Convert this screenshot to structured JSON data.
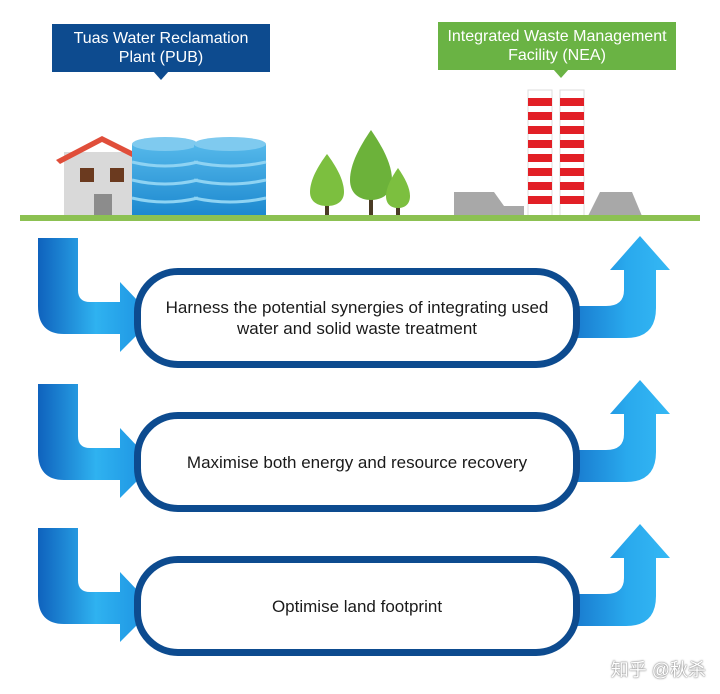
{
  "labels": {
    "pub": "Tuas Water Reclamation Plant (PUB)",
    "nea": "Integrated Waste Management Facility (NEA)"
  },
  "benefits": [
    "Harness the potential synergies of integrating used water and solid waste treatment",
    "Maximise both energy and resource recovery",
    "Optimise land footprint"
  ],
  "watermark": "知乎 @秋杀",
  "colors": {
    "navy": "#0d4b8f",
    "green": "#6ab344",
    "ground": "#8cc152",
    "arrow_blue": "#23a8ec",
    "arrow_dark": "#1473c8",
    "chimney_red": "#e21f26",
    "tank_blue": "#2a9ad9"
  }
}
